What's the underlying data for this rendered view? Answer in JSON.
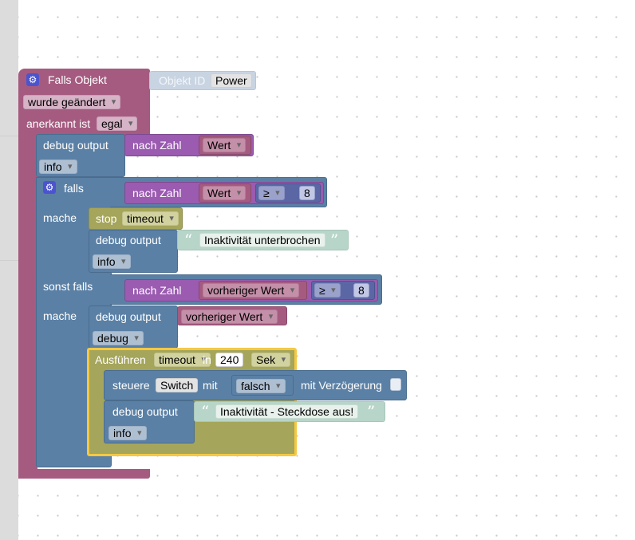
{
  "colors": {
    "trigger": "#a55b80",
    "debug": "#5b80a5",
    "timer": "#a5a55b",
    "math": "#5b67a5",
    "text": "#b7d5c8",
    "highlight": "#f5c842"
  },
  "trigger": {
    "gear_icon": "gear-icon",
    "label": "Falls Objekt",
    "object_id_label": "Objekt ID",
    "object_id_value": "Power",
    "event_value": "wurde geändert",
    "ack_label": "anerkannt ist",
    "ack_value": "egal"
  },
  "debug1": {
    "label": "debug output",
    "number_label": "nach Zahl",
    "var_value": "Wert",
    "level": "info"
  },
  "if_block": {
    "gear_icon": "gear-icon",
    "if_label": "falls",
    "cond1": {
      "number_label": "nach Zahl",
      "var_value": "Wert",
      "operator": "≥",
      "number": "8"
    },
    "do_label": "mache",
    "stop": {
      "label": "stop",
      "timer_value": "timeout"
    },
    "debug2": {
      "label": "debug output",
      "text": "Inaktivität unterbrochen",
      "level": "info"
    },
    "elseif_label": "sonst falls",
    "cond2": {
      "number_label": "nach Zahl",
      "var_value": "vorheriger Wert",
      "operator": "≥",
      "number": "8"
    },
    "do2_label": "mache",
    "debug3": {
      "label": "debug output",
      "var_value": "vorheriger Wert",
      "level": "debug"
    },
    "timeout": {
      "label": "Ausführen",
      "timer_value": "timeout",
      "in_label": "in",
      "delay_value": "240",
      "unit_value": "Sek",
      "control": {
        "label": "steuere",
        "target": "Switch",
        "with_label": "mit",
        "value": "falsch",
        "delay_label": "mit Verzögerung"
      },
      "debug4": {
        "label": "debug output",
        "text": "Inaktivität - Steckdose aus!",
        "level": "info"
      }
    }
  }
}
